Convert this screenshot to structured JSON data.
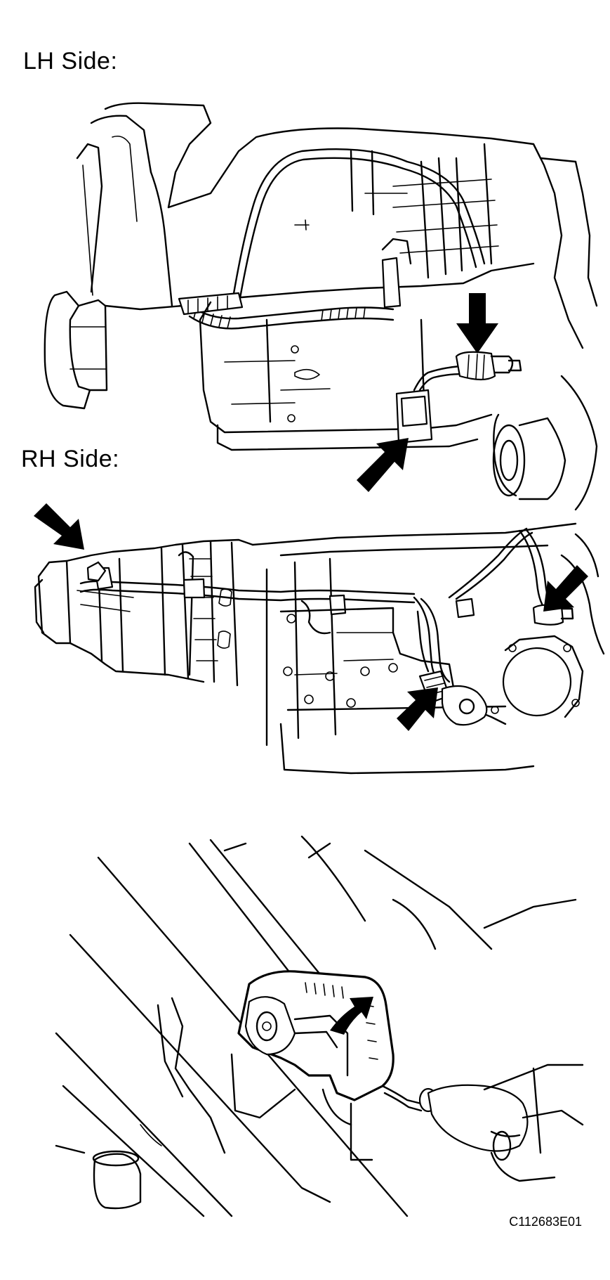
{
  "labels": {
    "lh_side": "LH Side:",
    "rh_side": "RH Side:"
  },
  "figure_code": "C112683E01",
  "colors": {
    "line": "#000000",
    "background": "#ffffff"
  },
  "icons": [
    "pointer-arrow-icon",
    "rotate-arrow-icon"
  ]
}
